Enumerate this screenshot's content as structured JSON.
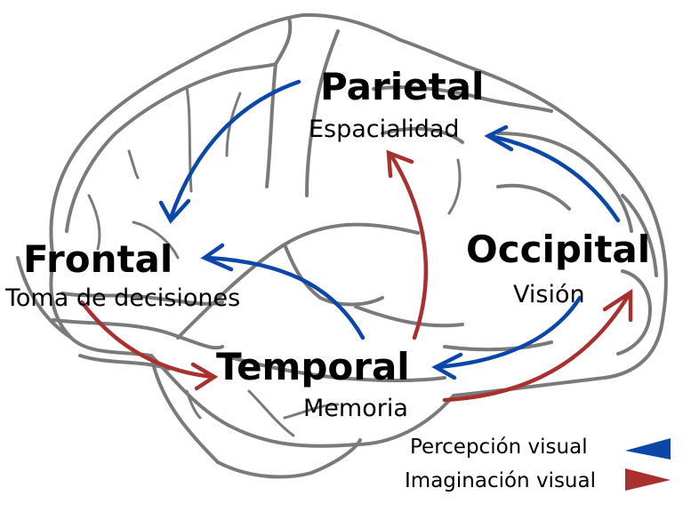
{
  "colors": {
    "perception": "#0a47a8",
    "imagination": "#a8302e",
    "brain_outline": "#7a7a7a",
    "text": "#000000"
  },
  "lobes": {
    "parietal": {
      "title": "Parietal",
      "function": "Espacialidad"
    },
    "frontal": {
      "title": "Frontal",
      "function": "Toma de decisiones"
    },
    "occipital": {
      "title": "Occipital",
      "function": "Visión"
    },
    "temporal": {
      "title": "Temporal",
      "function": "Memoria"
    }
  },
  "arrows": [
    {
      "type": "perception",
      "from": "parietal",
      "to": "frontal"
    },
    {
      "type": "perception",
      "from": "temporal",
      "to": "frontal"
    },
    {
      "type": "perception",
      "from": "occipital",
      "to": "parietal"
    },
    {
      "type": "perception",
      "from": "occipital",
      "to": "temporal"
    },
    {
      "type": "imagination",
      "from": "frontal",
      "to": "temporal"
    },
    {
      "type": "imagination",
      "from": "temporal",
      "to": "parietal"
    },
    {
      "type": "imagination",
      "from": "temporal",
      "to": "occipital"
    }
  ],
  "legend": {
    "perception_label": "Percepción visual",
    "imagination_label": "Imaginación visual"
  }
}
